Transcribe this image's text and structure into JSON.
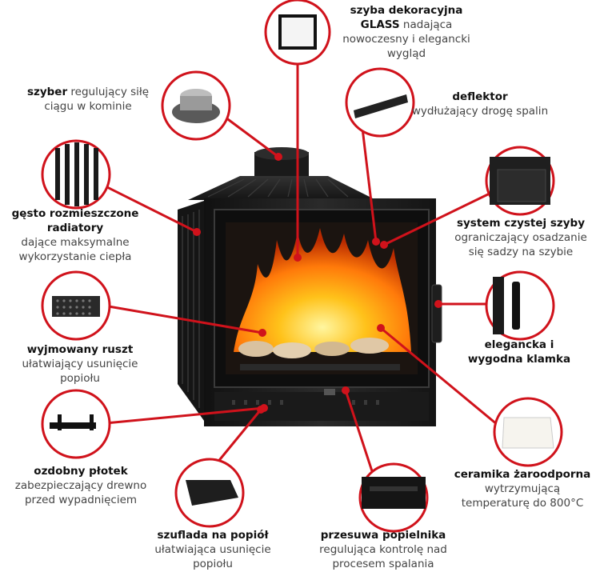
{
  "colors": {
    "accent": "#d0121b",
    "metal": "#1c1c1c",
    "flame": "#ff8a1a"
  },
  "features": [
    {
      "id": "glass",
      "bold": "szyba dekoracyjna",
      "lines": [
        "GLASS nadająca",
        "nowoczesny i elegancki",
        "wygląd"
      ],
      "bold_prefix_line2": "GLASS",
      "icon": "glass-pane-icon"
    },
    {
      "id": "damper",
      "bold": "szyber",
      "lines": [
        "regulujący siłę",
        "ciągu w kominie"
      ],
      "icon": "damper-icon"
    },
    {
      "id": "deflector",
      "bold": "deflektor",
      "lines": [
        "wydłużający drogę spalin"
      ],
      "icon": "deflector-icon"
    },
    {
      "id": "radiators",
      "bold": "gęsto rozmieszczone radiatory",
      "lines": [
        "dające maksymalne",
        "wykorzystanie ciepła"
      ],
      "icon": "radiator-fins-icon"
    },
    {
      "id": "clean_glass",
      "bold": "system czystej szyby",
      "lines": [
        "ograniczający osadzanie",
        "się sadzy na szybie"
      ],
      "icon": "clean-glass-icon"
    },
    {
      "id": "grate",
      "bold": "wyjmowany ruszt",
      "lines": [
        "ułatwiający usunięcie",
        "popiołu"
      ],
      "icon": "grate-icon"
    },
    {
      "id": "handle",
      "bold": "elegancka i wygodna klamka",
      "lines": [],
      "icon": "door-handle-icon"
    },
    {
      "id": "fence",
      "bold": "ozdobny płotek",
      "lines": [
        "zabezpieczający drewno",
        "przed wypadnięciem"
      ],
      "icon": "log-fence-icon"
    },
    {
      "id": "ceramic",
      "bold": "ceramika żaroodporna",
      "lines": [
        "wytrzymującą",
        "temperaturę do 800°C"
      ],
      "icon": "ceramic-panel-icon"
    },
    {
      "id": "ash_drawer",
      "bold": "szuflada na popiół",
      "lines": [
        "ułatwiająca usunięcie",
        "popiołu"
      ],
      "icon": "ash-drawer-icon"
    },
    {
      "id": "ash_slider",
      "bold": "przesuwa popielnika",
      "lines": [
        "regulująca kontrolę nad",
        "procesem spalania"
      ],
      "icon": "ash-slider-icon"
    }
  ]
}
